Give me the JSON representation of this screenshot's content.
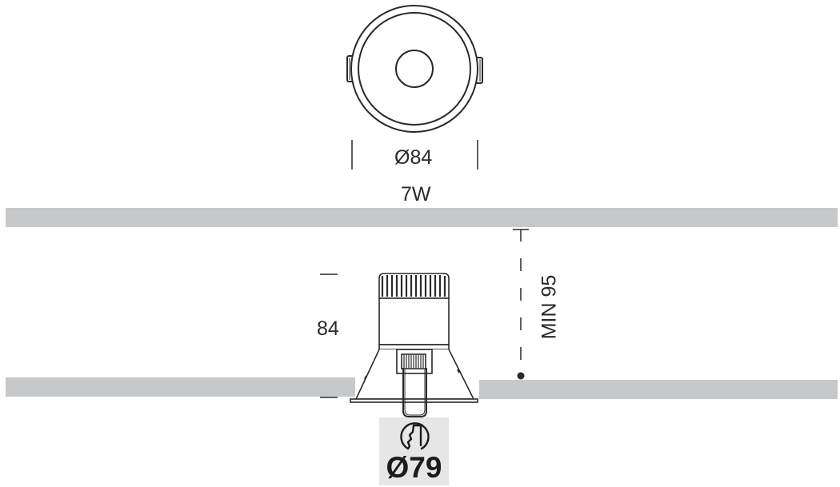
{
  "top_view": {
    "diameter_label": "Ø84",
    "power_label": "7W"
  },
  "side_view": {
    "height_label": "84",
    "min_depth_label": "MIN 95"
  },
  "cutout": {
    "icon": "ceiling-cutout-icon",
    "diameter_label": "Ø79"
  },
  "colors": {
    "ceiling": "#c7c8c9",
    "cutout_box": "#e6e6e6",
    "line": "#2a2a2a"
  }
}
